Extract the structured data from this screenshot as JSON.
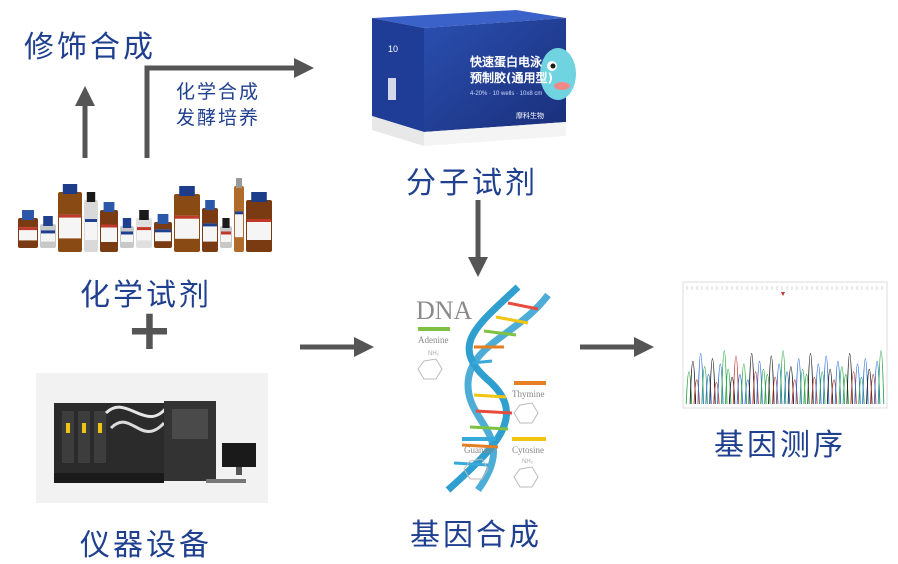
{
  "labels": {
    "modification_synthesis": "修饰合成",
    "chemical_synthesis": "化学合成",
    "fermentation": "发酵培养",
    "molecular_reagents": "分子试剂",
    "chemical_reagents": "化学试剂",
    "plus": "+",
    "instruments": "仪器设备",
    "gene_synthesis": "基因合成",
    "gene_sequencing": "基因测序"
  },
  "product_box": {
    "number": "10",
    "title_line1": "快速蛋白电泳",
    "title_line2": "预制胶(通用型)",
    "spec": "4-20% · 10 wells · 10x8 cm",
    "brand": "摩科生物"
  },
  "dna_card": {
    "title": "DNA",
    "adenine": "Adenine",
    "thymine": "Thymine",
    "guanine": "Guanine",
    "cytosine": "Cytosine",
    "nh2": "NH₂"
  },
  "colors": {
    "label_text": "#1f3f8f",
    "arrow": "#555555",
    "adenine_bar": "#7dc242",
    "thymine_bar": "#e67e22",
    "guanine_bar": "#39a9db",
    "cytosine_bar": "#f1c40f"
  },
  "chromatogram": {
    "peak_heights": [
      0.55,
      0.75,
      0.4,
      0.9,
      0.65,
      0.5,
      0.8,
      0.35,
      0.7,
      0.95,
      0.6,
      0.45,
      0.85,
      0.5,
      0.7,
      0.4,
      0.9,
      0.55,
      0.75,
      0.6,
      0.5,
      0.85,
      0.45,
      0.7,
      0.95,
      0.55,
      0.65,
      0.4,
      0.8,
      0.6,
      0.5,
      0.9,
      0.45,
      0.7,
      0.55,
      0.85,
      0.6,
      0.4,
      0.75,
      0.65,
      0.5,
      0.9,
      0.55,
      0.7,
      0.45,
      0.8,
      0.6,
      0.5,
      0.75,
      0.95
    ],
    "peak_colors": [
      "#2ea84a",
      "#1a1a1a",
      "#c0392b",
      "#2b6cd6",
      "#2ea84a",
      "#2b6cd6",
      "#1a1a1a",
      "#c0392b",
      "#2b6cd6",
      "#2ea84a"
    ]
  }
}
